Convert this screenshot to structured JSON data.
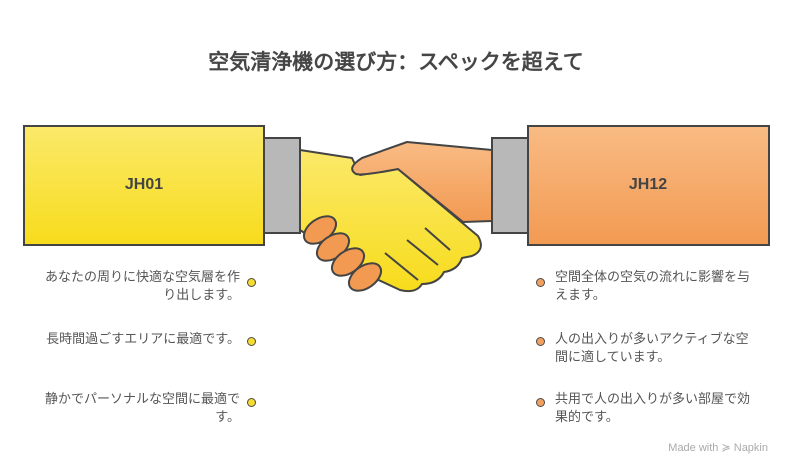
{
  "title": "空気清浄機の選び方：スペックを超えて",
  "left": {
    "label": "JH01",
    "color": "#F8E23A",
    "points": [
      "あなたの周りに快適な空気層を作り出します。",
      "長時間過ごすエリアに最適です。",
      "静かでパーソナルな空間に最適です。"
    ]
  },
  "right": {
    "label": "JH12",
    "color": "#F5A262",
    "points": [
      "空間全体の空気の流れに影響を与えます。",
      "人の出入りが多いアクティブな空間に適しています。",
      "共用で人の出入りが多い部屋で効果的です。"
    ]
  },
  "footer": "Made with ≽ Napkin"
}
